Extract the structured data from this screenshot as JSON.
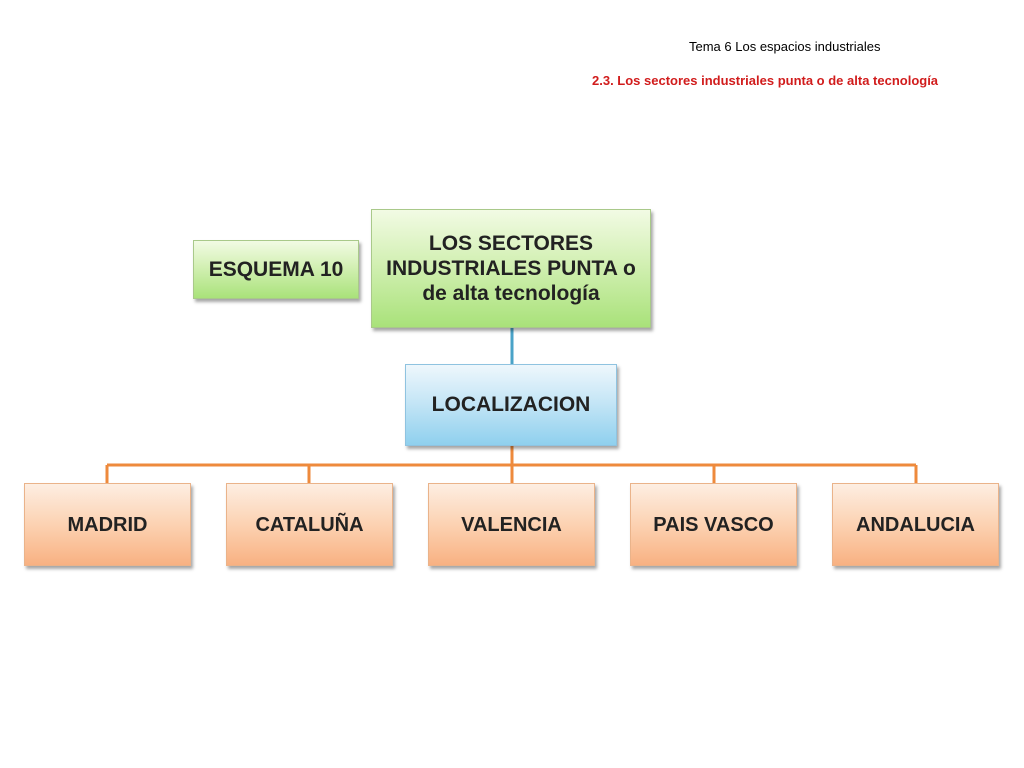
{
  "header": {
    "topic": "Tema 6 Los espacios industriales",
    "subtitle": "2.3. Los sectores industriales  punta o de alta tecnología"
  },
  "diagram": {
    "tag_label": "ESQUEMA 10",
    "root_label": "LOS SECTORES INDUSTRIALES PUNTA o de alta tecnología",
    "level2_label": "LOCALIZACION",
    "regions": [
      "MADRID",
      "CATALUÑA",
      "VALENCIA",
      "PAIS VASCO",
      "ANDALUCIA"
    ]
  },
  "colors": {
    "root_fill": "#c6ecaa",
    "level2_fill": "#bde3f4",
    "region_fill": "#fbc9a4",
    "root_connector": "#4aa3c8",
    "region_connector": "#ee8a3c",
    "subtitle_text": "#d11c1c"
  }
}
